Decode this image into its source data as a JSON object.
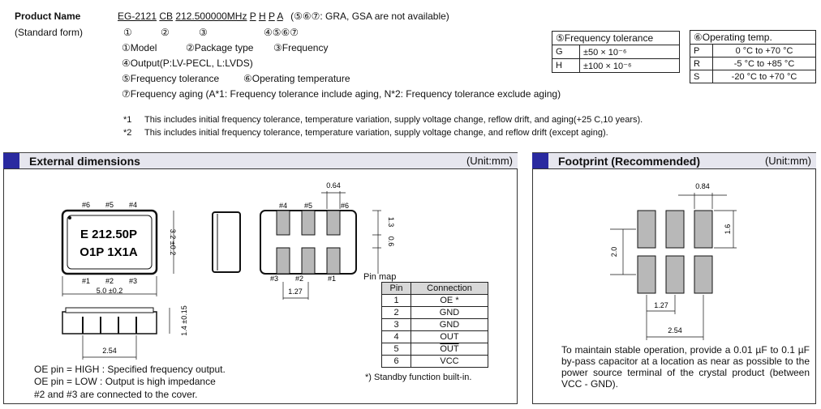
{
  "header": {
    "product_name_label": "Product Name",
    "standard_form_label": "(Standard form)",
    "product_parts": [
      "EG-2121",
      "CB",
      "212.500000MHz",
      "P",
      "H",
      "P",
      "A"
    ],
    "note_circled": "(⑤⑥⑦: GRA, GSA are not available)",
    "markers": [
      "①",
      "②",
      "③",
      "④⑤⑥⑦"
    ],
    "legend_1": "①Model",
    "legend_2": "②Package type",
    "legend_3": "③Frequency",
    "legend_4": "④Output(P:LV-PECL, L:LVDS)",
    "legend_5": "⑤Frequency tolerance",
    "legend_6": "⑥Operating temperature",
    "legend_7": "⑦Frequency aging (A*1: Frequency tolerance include aging, N*2: Frequency tolerance exclude aging)",
    "footnote_1_mark": "*1",
    "footnote_1_text": "This includes initial frequency tolerance, temperature variation, supply voltage change, reflow drift, and aging(+25 C,10 years).",
    "footnote_2_mark": "*2",
    "footnote_2_text": "This includes initial frequency tolerance, temperature variation, supply voltage change, and reflow drift (except aging)."
  },
  "freq_tolerance_table": {
    "title": "⑤Frequency tolerance",
    "rows": [
      {
        "code": "G",
        "value": "±50 × 10⁻⁶"
      },
      {
        "code": "H",
        "value": "±100 × 10⁻⁶"
      }
    ]
  },
  "op_temp_table": {
    "title": "⑥Operating temp.",
    "rows": [
      {
        "code": "P",
        "value": "0 °C to +70 °C"
      },
      {
        "code": "R",
        "value": "-5 °C to +85 °C"
      },
      {
        "code": "S",
        "value": "-20 °C to +70 °C"
      }
    ]
  },
  "external": {
    "title": "External dimensions",
    "unit": "(Unit:mm)",
    "marking_line1": "E 212.50P",
    "marking_line2": "O1P 1X1A",
    "top_pins": [
      "#6",
      "#5",
      "#4"
    ],
    "bottom_pins": [
      "#1",
      "#2",
      "#3"
    ],
    "dim_width": "5.0 ±0.2",
    "dim_height": "3.2 ±0.2",
    "dim_thickness": "1.4 ±0.15",
    "dim_pitch_side": "2.54",
    "pad_top_labels": [
      "#4",
      "#5",
      "#6"
    ],
    "pad_bottom_labels": [
      "#3",
      "#2",
      "#1"
    ],
    "dim_pad_width": "0.64",
    "dim_pad_h": "1.3",
    "dim_pad_gap": "0.6",
    "dim_pad_pitch": "1.27",
    "pin_map_title": "Pin map",
    "pin_map_headers": [
      "Pin",
      "Connection"
    ],
    "pin_map_rows": [
      {
        "pin": "1",
        "conn": "OE *"
      },
      {
        "pin": "2",
        "conn": "GND"
      },
      {
        "pin": "3",
        "conn": "GND"
      },
      {
        "pin": "4",
        "conn": "OUT"
      },
      {
        "pin": "5",
        "conn": "OUT"
      },
      {
        "pin": "6",
        "conn": "VCC"
      }
    ],
    "standby_note": "*) Standby function built-in.",
    "note_1": "OE pin = HIGH : Specified frequency output.",
    "note_2": "OE pin = LOW : Output is high impedance",
    "note_3": "#2 and #3 are connected to the cover."
  },
  "footprint": {
    "title": "Footprint (Recommended)",
    "unit": "(Unit:mm)",
    "dim_top": "0.84",
    "dim_right": "1.6",
    "dim_left": "2.0",
    "dim_pitch": "1.27",
    "dim_total": "2.54",
    "note": "To maintain stable operation, provide a 0.01 µF to 0.1 µF by-pass capacitor at a location as near as possible to the power source terminal of the crystal product (between VCC - GND)."
  },
  "colors": {
    "header_square": "#2a2aa0",
    "header_band": "#e6e6ee",
    "pad_gray": "#b8b8b8",
    "table_head": "#d8d8d8"
  }
}
